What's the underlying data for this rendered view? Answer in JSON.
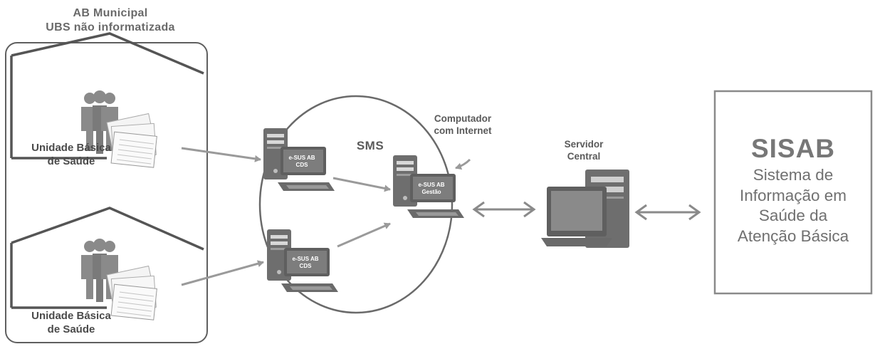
{
  "group": {
    "title_line1": "AB Municipal",
    "title_line2": "UBS não informatizada"
  },
  "ubs": [
    {
      "line1": "Unidade Básica",
      "line2": "de Saúde"
    },
    {
      "line1": "Unidade Básica",
      "line2": "de Saúde"
    }
  ],
  "pcs": [
    {
      "screen_line1": "e-SUS AB",
      "screen_line2": "CDS"
    },
    {
      "screen_line1": "e-SUS AB",
      "screen_line2": "Gestão"
    },
    {
      "screen_line1": "e-SUS AB",
      "screen_line2": "CDS"
    }
  ],
  "sms": {
    "label": "SMS"
  },
  "internet_pc": {
    "line1": "Computador",
    "line2": "com Internet"
  },
  "server": {
    "line1": "Servidor",
    "line2": "Central"
  },
  "sisab": {
    "title": "SISAB",
    "desc_line1": "Sistema de",
    "desc_line2": "Informação em",
    "desc_line3": "Saúde da",
    "desc_line4": "Atenção Básica"
  },
  "colors": {
    "outline": "#5f5f5f",
    "people": "#8a8a8a",
    "arrow": "#9a9a9a",
    "pc": "#6e6e6e",
    "screen": "#7d7d7d"
  }
}
